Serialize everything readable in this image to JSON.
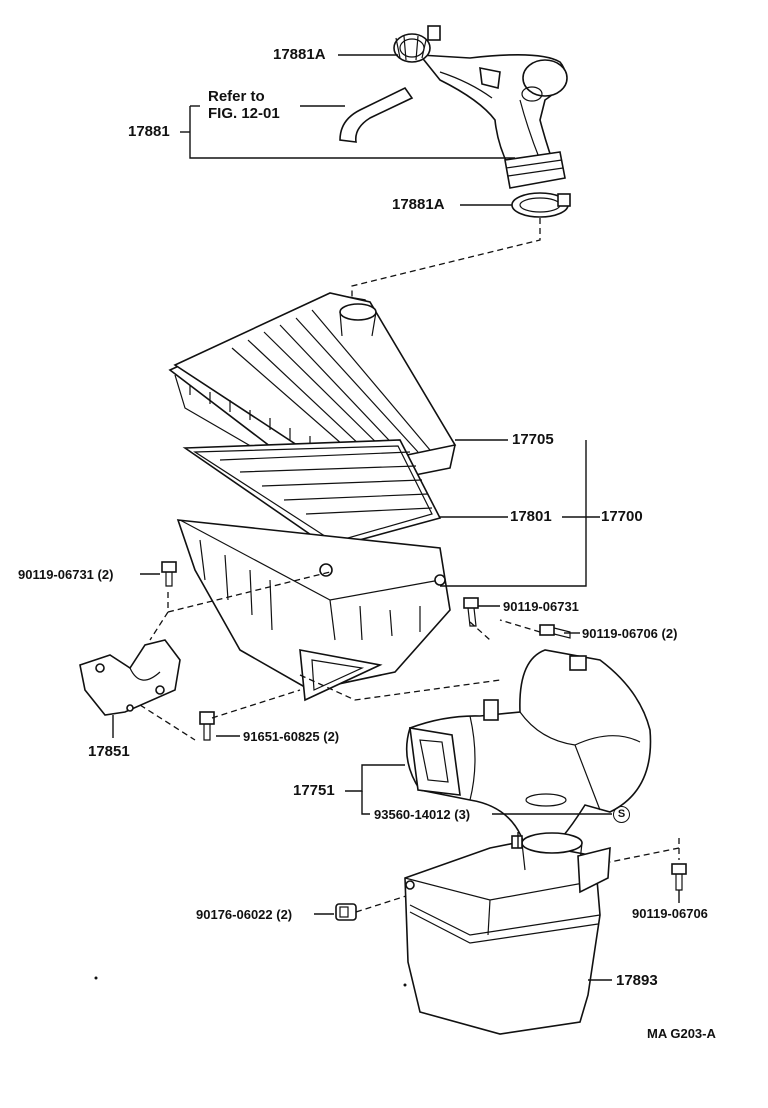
{
  "callouts": {
    "c17881A_upper": "17881A",
    "c17881": "17881",
    "c17881A_lower": "17881A",
    "c17705": "17705",
    "c17801": "17801",
    "c17700": "17700",
    "c90119_06731_2": "90119-06731 (2)",
    "c90119_06731": "90119-06731",
    "c90119_06706_2": "90119-06706 (2)",
    "c91651_60825_2": "91651-60825 (2)",
    "c17851": "17851",
    "c17751": "17751",
    "c93560_14012_3": "93560-14012 (3)",
    "symbol_s": "S",
    "c90119_06706": "90119-06706",
    "c90176_06022_2": "90176-06022 (2)",
    "c17893": "17893"
  },
  "notes": {
    "refer_to": "Refer to",
    "refer_fig": "FIG. 12-01"
  },
  "figure_code": "MA G203-A"
}
